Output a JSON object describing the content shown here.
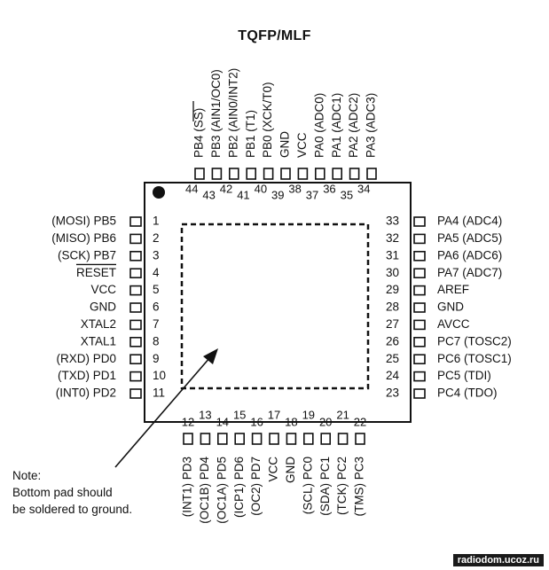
{
  "title": "TQFP/MLF",
  "watermark": "radiodom.ucoz.ru",
  "note": {
    "heading": "Note:",
    "line1": "Bottom pad should",
    "line2": "be soldered to ground."
  },
  "colors": {
    "ink": "#111111",
    "background": "#ffffff"
  },
  "pins": {
    "left": [
      {
        "num": "1",
        "label": "(MOSI)  PB5"
      },
      {
        "num": "2",
        "label": "(MISO)  PB6"
      },
      {
        "num": "3",
        "label": "(SCK)  PB7"
      },
      {
        "num": "4",
        "label": "RESET",
        "overline": true
      },
      {
        "num": "5",
        "label": "VCC"
      },
      {
        "num": "6",
        "label": "GND"
      },
      {
        "num": "7",
        "label": "XTAL2"
      },
      {
        "num": "8",
        "label": "XTAL1"
      },
      {
        "num": "9",
        "label": "(RXD)  PD0"
      },
      {
        "num": "10",
        "label": "(TXD)  PD1"
      },
      {
        "num": "11",
        "label": "(INT0)  PD2"
      }
    ],
    "right": [
      {
        "num": "33",
        "label": "PA4  (ADC4)"
      },
      {
        "num": "32",
        "label": "PA5  (ADC5)"
      },
      {
        "num": "31",
        "label": "PA6  (ADC6)"
      },
      {
        "num": "30",
        "label": "PA7  (ADC7)"
      },
      {
        "num": "29",
        "label": "AREF"
      },
      {
        "num": "28",
        "label": "GND"
      },
      {
        "num": "27",
        "label": "AVCC"
      },
      {
        "num": "26",
        "label": "PC7  (TOSC2)"
      },
      {
        "num": "25",
        "label": "PC6  (TOSC1)"
      },
      {
        "num": "24",
        "label": "PC5  (TDI)"
      },
      {
        "num": "23",
        "label": "PC4  (TDO)"
      }
    ],
    "top": [
      {
        "num": "44",
        "label": "PB4  (SS)",
        "overline_part": "SS"
      },
      {
        "num": "43",
        "label": "PB3  (AIN1/OC0)"
      },
      {
        "num": "42",
        "label": "PB2  (AIN0/INT2)"
      },
      {
        "num": "41",
        "label": "PB1  (T1)"
      },
      {
        "num": "40",
        "label": "PB0  (XCK/T0)"
      },
      {
        "num": "39",
        "label": "GND"
      },
      {
        "num": "38",
        "label": "VCC"
      },
      {
        "num": "37",
        "label": "PA0  (ADC0)"
      },
      {
        "num": "36",
        "label": "PA1  (ADC1)"
      },
      {
        "num": "35",
        "label": "PA2  (ADC2)"
      },
      {
        "num": "34",
        "label": "PA3  (ADC3)"
      }
    ],
    "bottom": [
      {
        "num": "12",
        "label": "(INT1)  PD3"
      },
      {
        "num": "13",
        "label": "(OC1B)  PD4"
      },
      {
        "num": "14",
        "label": "(OC1A)  PD5"
      },
      {
        "num": "15",
        "label": "(ICP1)  PD6"
      },
      {
        "num": "16",
        "label": "(OC2)  PD7"
      },
      {
        "num": "17",
        "label": "VCC"
      },
      {
        "num": "18",
        "label": "GND"
      },
      {
        "num": "19",
        "label": "(SCL)  PC0"
      },
      {
        "num": "20",
        "label": "(SDA)  PC1"
      },
      {
        "num": "21",
        "label": "(TCK)  PC2"
      },
      {
        "num": "22",
        "label": "(TMS)  PC3"
      }
    ]
  }
}
